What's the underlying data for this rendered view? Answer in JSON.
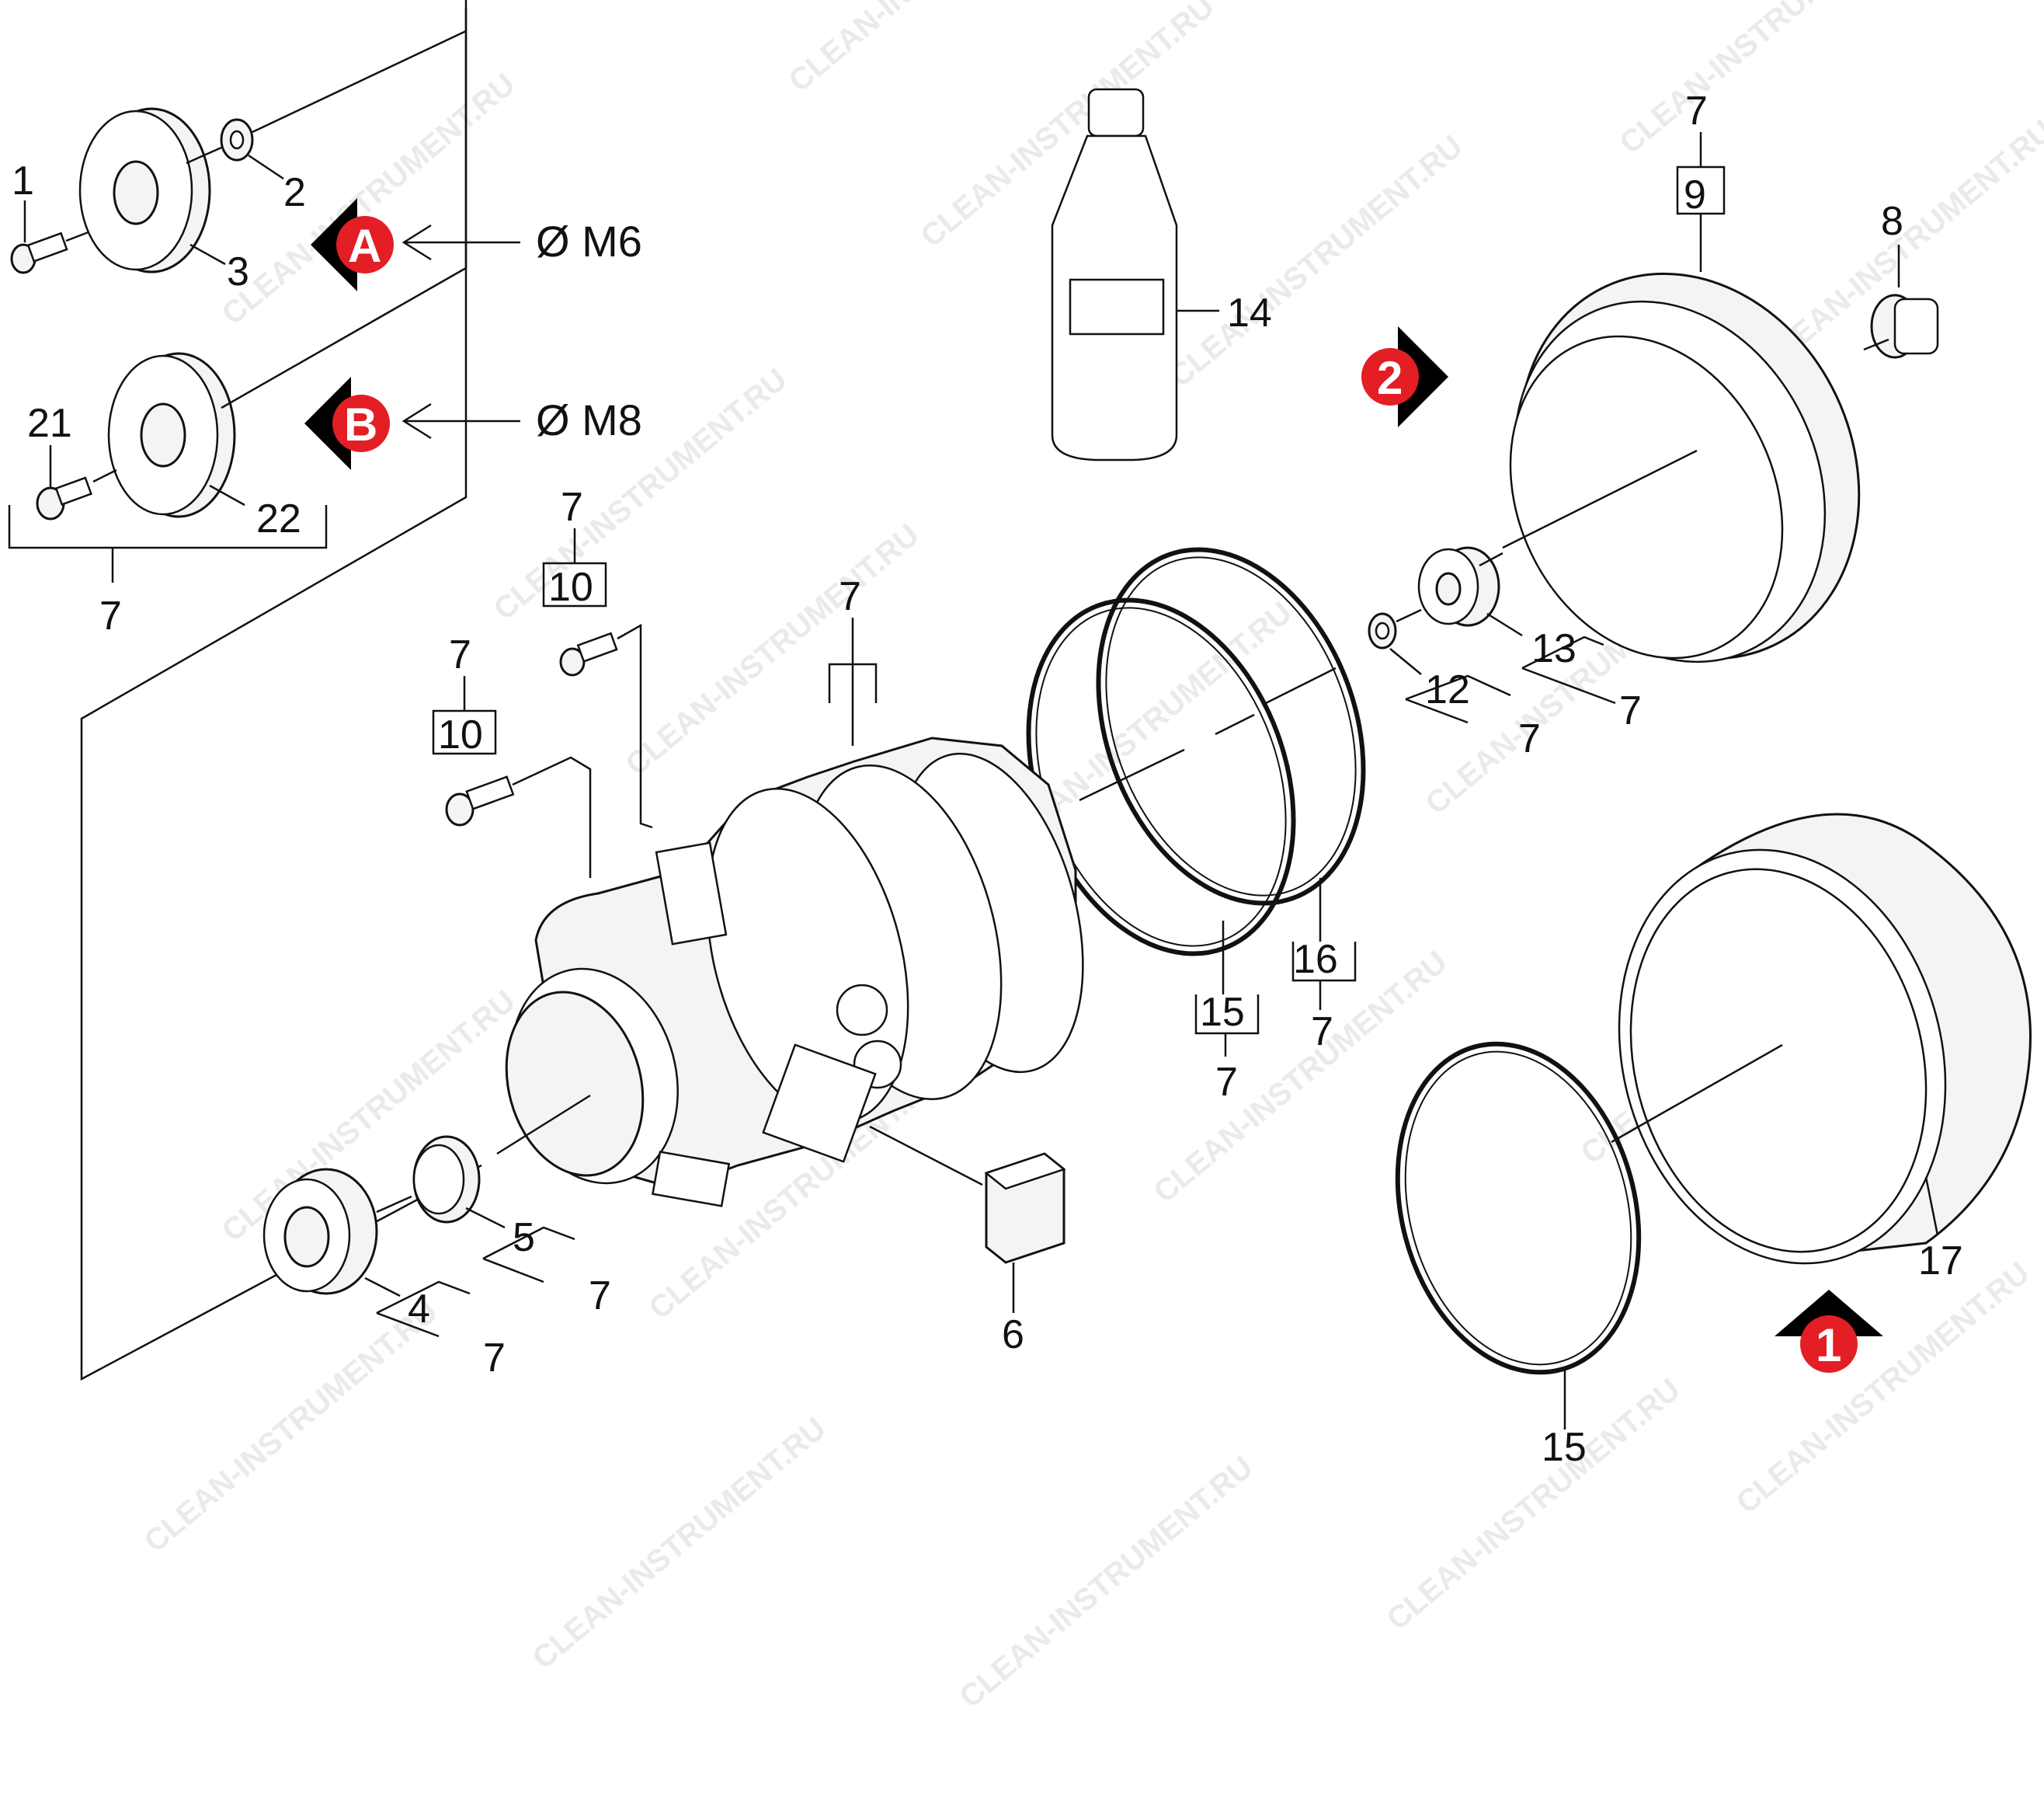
{
  "watermark": {
    "text": "CLEAN-INSTRUMENT.RU"
  },
  "callouts": {
    "n1": "1",
    "n2": "2",
    "n3": "3",
    "n4": "4",
    "n5": "5",
    "n6": "6",
    "n7": "7",
    "n8": "8",
    "n9": "9",
    "n10": "10",
    "n12": "12",
    "n13": "13",
    "n14": "14",
    "n15": "15",
    "n16": "16",
    "n17": "17",
    "n21": "21",
    "n22": "22"
  },
  "thread_labels": {
    "a": "Ø M6",
    "b": "Ø M8"
  },
  "badges": {
    "a": "A",
    "b": "B",
    "one": "1",
    "two": "2"
  },
  "colors": {
    "badge_red": "#e31e24",
    "badge_black": "#000000",
    "line": "#111111"
  }
}
